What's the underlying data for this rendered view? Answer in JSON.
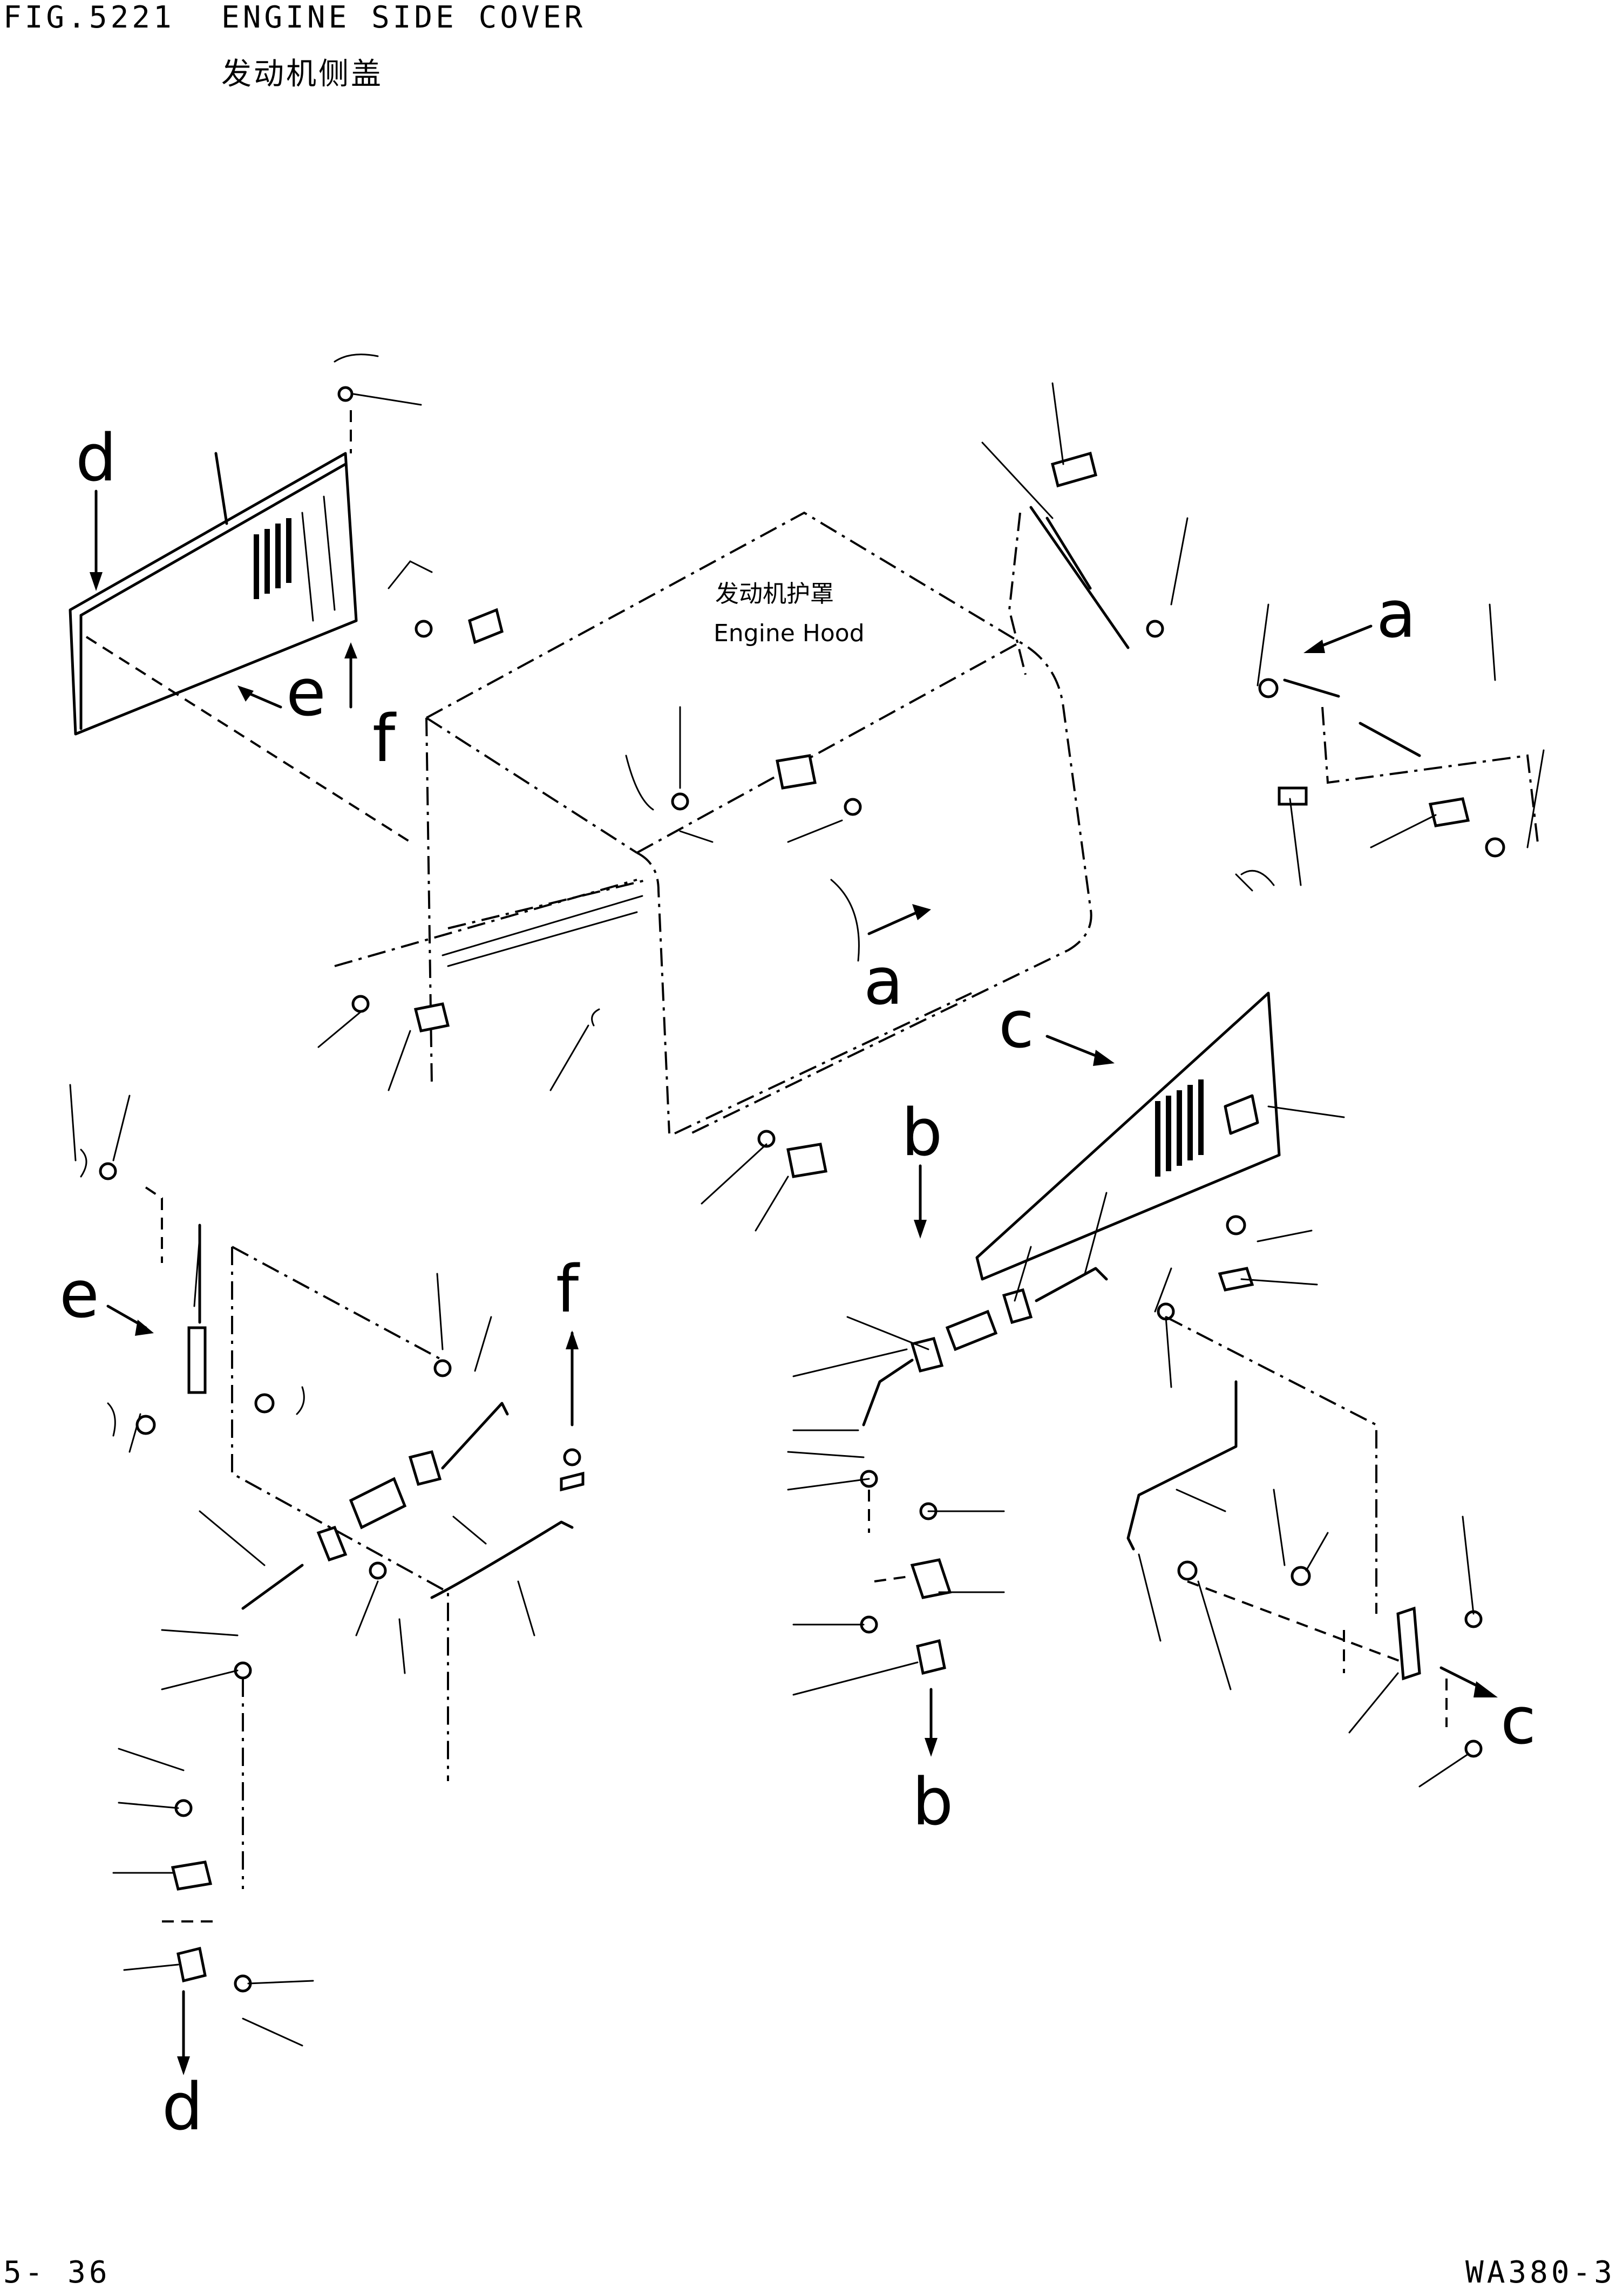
{
  "header": {
    "fig_number": "FIG.5221",
    "title_en": "ENGINE SIDE COVER",
    "title_cn": "发动机侧盖"
  },
  "labels": {
    "hood_cn": "发动机护罩",
    "hood_en": "Engine Hood"
  },
  "refs": {
    "a": "a",
    "b": "b",
    "c": "c",
    "d": "d",
    "e": "e",
    "f": "f"
  },
  "footer": {
    "page": "5- 36",
    "model": "WA380-3"
  }
}
